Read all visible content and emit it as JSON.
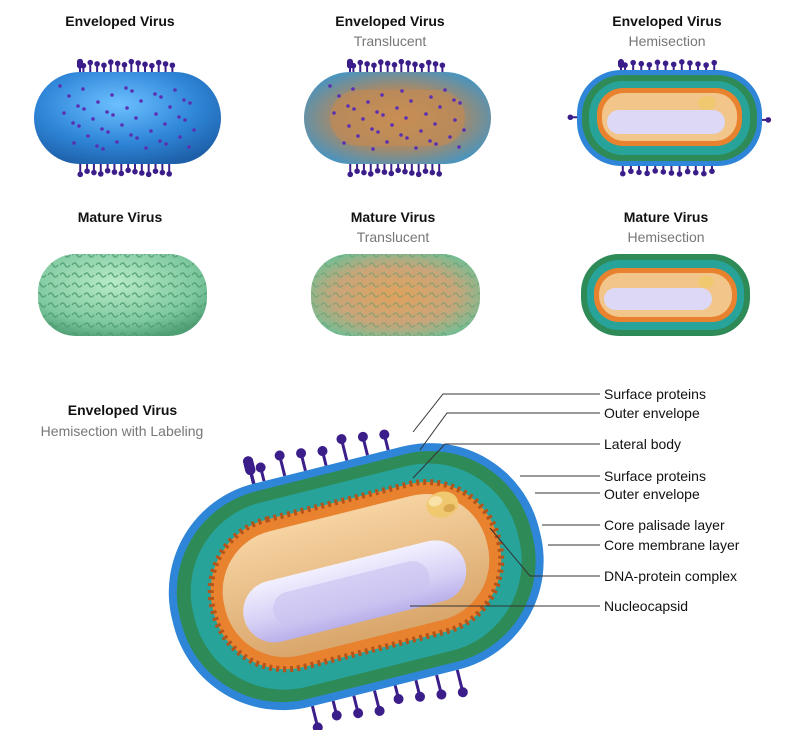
{
  "panels": [
    {
      "title": "Enveloped Virus",
      "subtitle": ""
    },
    {
      "title": "Enveloped Virus",
      "subtitle": "Translucent"
    },
    {
      "title": "Enveloped Virus",
      "subtitle": "Hemisection"
    },
    {
      "title": "Mature Virus",
      "subtitle": ""
    },
    {
      "title": "Mature Virus",
      "subtitle": "Translucent"
    },
    {
      "title": "Mature Virus",
      "subtitle": "Hemisection"
    }
  ],
  "main": {
    "title": "Enveloped Virus",
    "subtitle": "Hemisection with Labeling",
    "labels": [
      "Surface proteins",
      "Outer envelope",
      "Lateral body",
      "Surface proteins",
      "Outer envelope",
      "Core palisade layer",
      "Core membrane layer",
      "DNA-protein complex",
      "Nucleocapsid"
    ]
  },
  "colors": {
    "envelope_blue": "#2f86d8",
    "spike_purple": "#3b1e8a",
    "mature_green": "#7fc9a0",
    "core_orange": "#e8822e",
    "palisade_green": "#2e8b57",
    "nucleocapsid": "#d8d4f4",
    "dna_complex": "#f0c870"
  }
}
